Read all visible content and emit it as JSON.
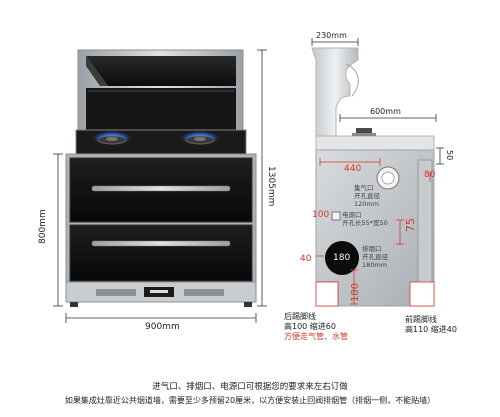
{
  "front_view": {
    "dim_width": "900mm",
    "dim_height_total": "1305mm",
    "dim_height_body": "800mm"
  },
  "side_view": {
    "dim_top_width": "230mm",
    "dim_depth": "600mm",
    "dim_50": "50",
    "label_440": "440",
    "label_80": "80",
    "label_75": "75",
    "label_100": "100",
    "label_40": "40",
    "label_180_circle": "180",
    "label_180_vertical": "180",
    "top_vent_note_line1": "集气口",
    "top_vent_note_line2": "开孔直径",
    "top_vent_note_line3": "120mm",
    "power_note_line1": "电源口",
    "power_note_line2": "开孔长55*宽50",
    "exhaust_note_line1": "排烟口",
    "exhaust_note_line2": "开孔直径",
    "exhaust_note_line3": "180mm",
    "rear_foot_line1": "后踢脚线",
    "rear_foot_line2": "高100 缩进60",
    "rear_foot_line3": "方便走气管、水管",
    "front_foot_line1": "前踢脚线",
    "front_foot_line2": "高110 缩进40"
  },
  "footer": {
    "line1": "进气口、排烟口、电源口可根据您的要求来左右订做",
    "line2": "如果集成灶靠近公共烟道墙，需要至少多预留20厘米，以方便安装止回阀排烟管（排烟一侧，不能贴墙）"
  },
  "colors": {
    "accent_red": "#d23a2a",
    "steel": "#b9bec2",
    "panel_black": "#121212",
    "flame_blue": "#2f6fe8"
  }
}
